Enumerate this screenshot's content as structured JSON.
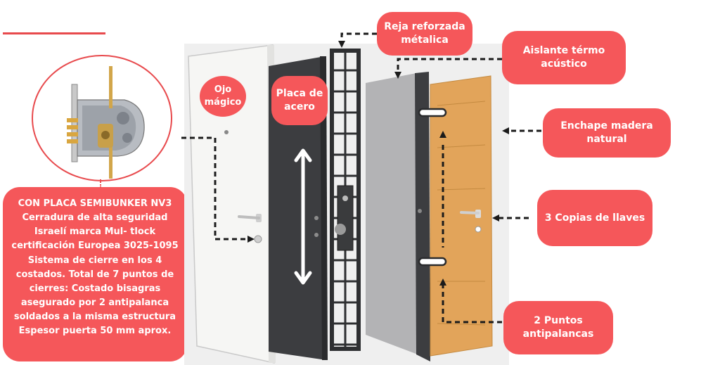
{
  "labels": {
    "ojo_magico": "Ojo\nmágico",
    "placa_acero": "Placa de\nacero",
    "reja": "Reja reforzada\nmétalica",
    "aislante": "Aislante térmo\nacústico",
    "enchape": "Enchape madera\nnatural",
    "copias": "3 Copias de llaves",
    "puntos": "2 Puntos\nantipalancas"
  },
  "description": "CON PLACA SEMIBUNKER NV3\nCerradura de alta seguridad\nIsraelí marca Mul- tlock\ncertificación Europea 3025-1095\nSistema de cierre en los 4\ncostados. Total de 7 puntos de\ncierres: Costado bisagras\nasegurado por 2 antipalanca\nsoldados a la misma estructura\nEspesor puerta 50 mm aprox.",
  "colors": {
    "accent": "#f5575a",
    "line": "#e84a4d",
    "steel": "#3c3d40",
    "wood": "#e2a45a"
  },
  "icons": [
    "lock-mechanism-icon",
    "door-handle-icon",
    "keyhole-icon",
    "double-arrow-icon"
  ]
}
